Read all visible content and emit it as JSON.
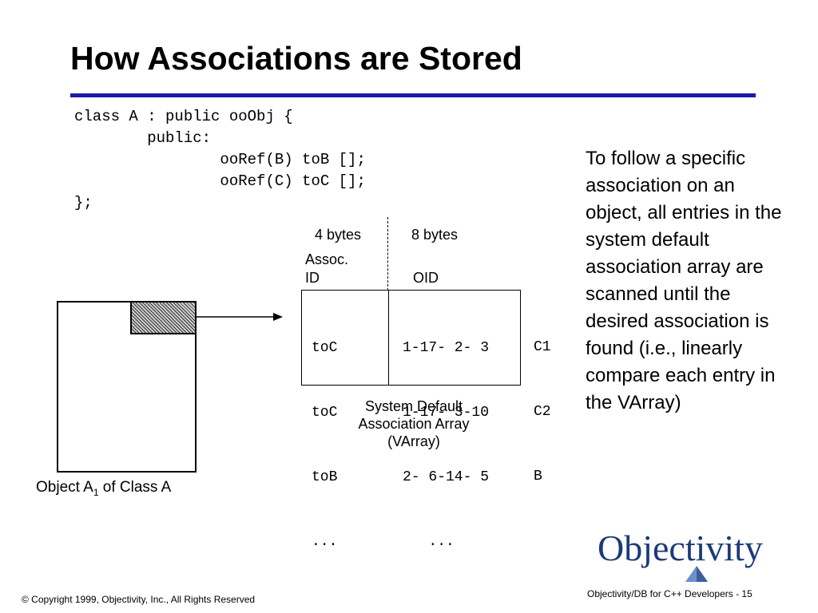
{
  "slide": {
    "title": "How Associations are Stored",
    "code_lines": [
      "class A : public ooObj {",
      "        public:",
      "                ooRef(B) toB [];",
      "                ooRef(C) toC [];",
      "};"
    ]
  },
  "diagram": {
    "bytes_left": "4 bytes",
    "bytes_right": "8 bytes",
    "assoc_id_label_1": "Assoc.",
    "assoc_id_label_2": "ID",
    "oid_label": "OID",
    "rows": [
      {
        "assoc": "toC",
        "oid": "1-17- 2- 3",
        "target": "C1"
      },
      {
        "assoc": "toC",
        "oid": "1-17- 3-10",
        "target": "C2"
      },
      {
        "assoc": "toB",
        "oid": "2- 6-14- 5",
        "target": "B"
      },
      {
        "assoc": "...",
        "oid": "   ...",
        "target": ""
      }
    ],
    "caption_lines": [
      "System Default",
      "Association Array",
      "(VArray)"
    ],
    "object_label_prefix": "Object A",
    "object_label_sub": "1",
    "object_label_suffix": " of Class A",
    "hatch_fill_color": "#9a9a9a",
    "arrow_color": "#000000"
  },
  "side_text": "To follow a specific association on an object, all entries in the system default association array are scanned until the desired association is found (i.e., linearly compare each entry in the VArray)",
  "logo": {
    "text": "Objectivity",
    "color": "#1b3a7a"
  },
  "footer": {
    "copyright": "© Copyright 1999, Objectivity, Inc., All Rights Reserved",
    "course": "Objectivity/DB for C++ Developers  - 15"
  },
  "colors": {
    "title_rule": "#1a1aa8"
  }
}
